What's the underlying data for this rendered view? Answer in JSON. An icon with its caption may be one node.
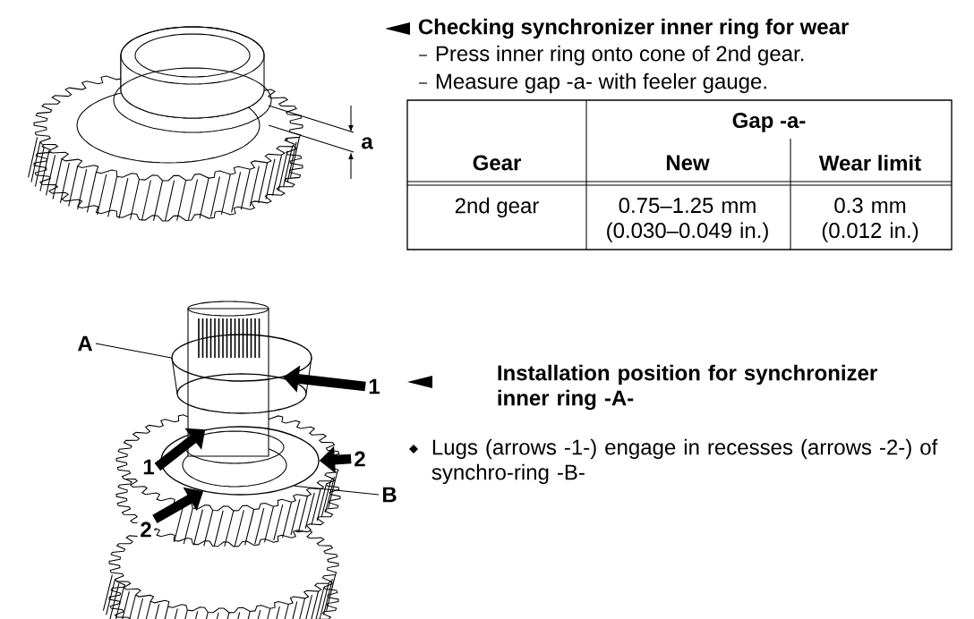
{
  "diagram": {
    "nodes": [
      {
        "text": [
          "A"
        ]
      },
      {
        "text": [
          "B"
        ]
      },
      {
        "text": [],
        "shape": "ellipse"
      },
      {
        "text": [],
        "shape": "ellipse"
      },
      {
        "text": [
          "1"
        ]
      },
      {
        "text": [
          "2"
        ]
      },
      {
        "text": [
          "1"
        ]
      },
      {
        "text": [
          "2"
        ]
      }
    ],
    "edges": [
      {
        "from": 0,
        "to": 2,
        "arrow": "none"
      },
      {
        "from": 1,
        "to": 3,
        "arrow": "none"
      },
      {
        "from": 4,
        "to": 2,
        "arrow": "to"
      },
      {
        "from": 5,
        "to": 3,
        "arrow": "to"
      },
      {
        "from": 6,
        "to": 3,
        "arrow": "to"
      },
      {
        "from": 7,
        "to": 3,
        "arrow": "to"
      }
    ],
    "labels": [
      "Checking synchronizer inner ring for wear",
      "Press inner ring onto cone of 2nd gear.",
      "Measure gap -a- with feeler gauge.",
      "a",
      "Gap -a-",
      "Gear",
      "New",
      "Wear limit",
      "2nd gear",
      "0.75–1.25 mm (0.030–0.049 in.)",
      "0.3 mm (0.012 in.)",
      "Installation position for synchronizer inner ring -A-",
      "Lugs (arrows -1-) engage in recesses (arrows -2-) of synchro-ring -B-"
    ]
  }
}
